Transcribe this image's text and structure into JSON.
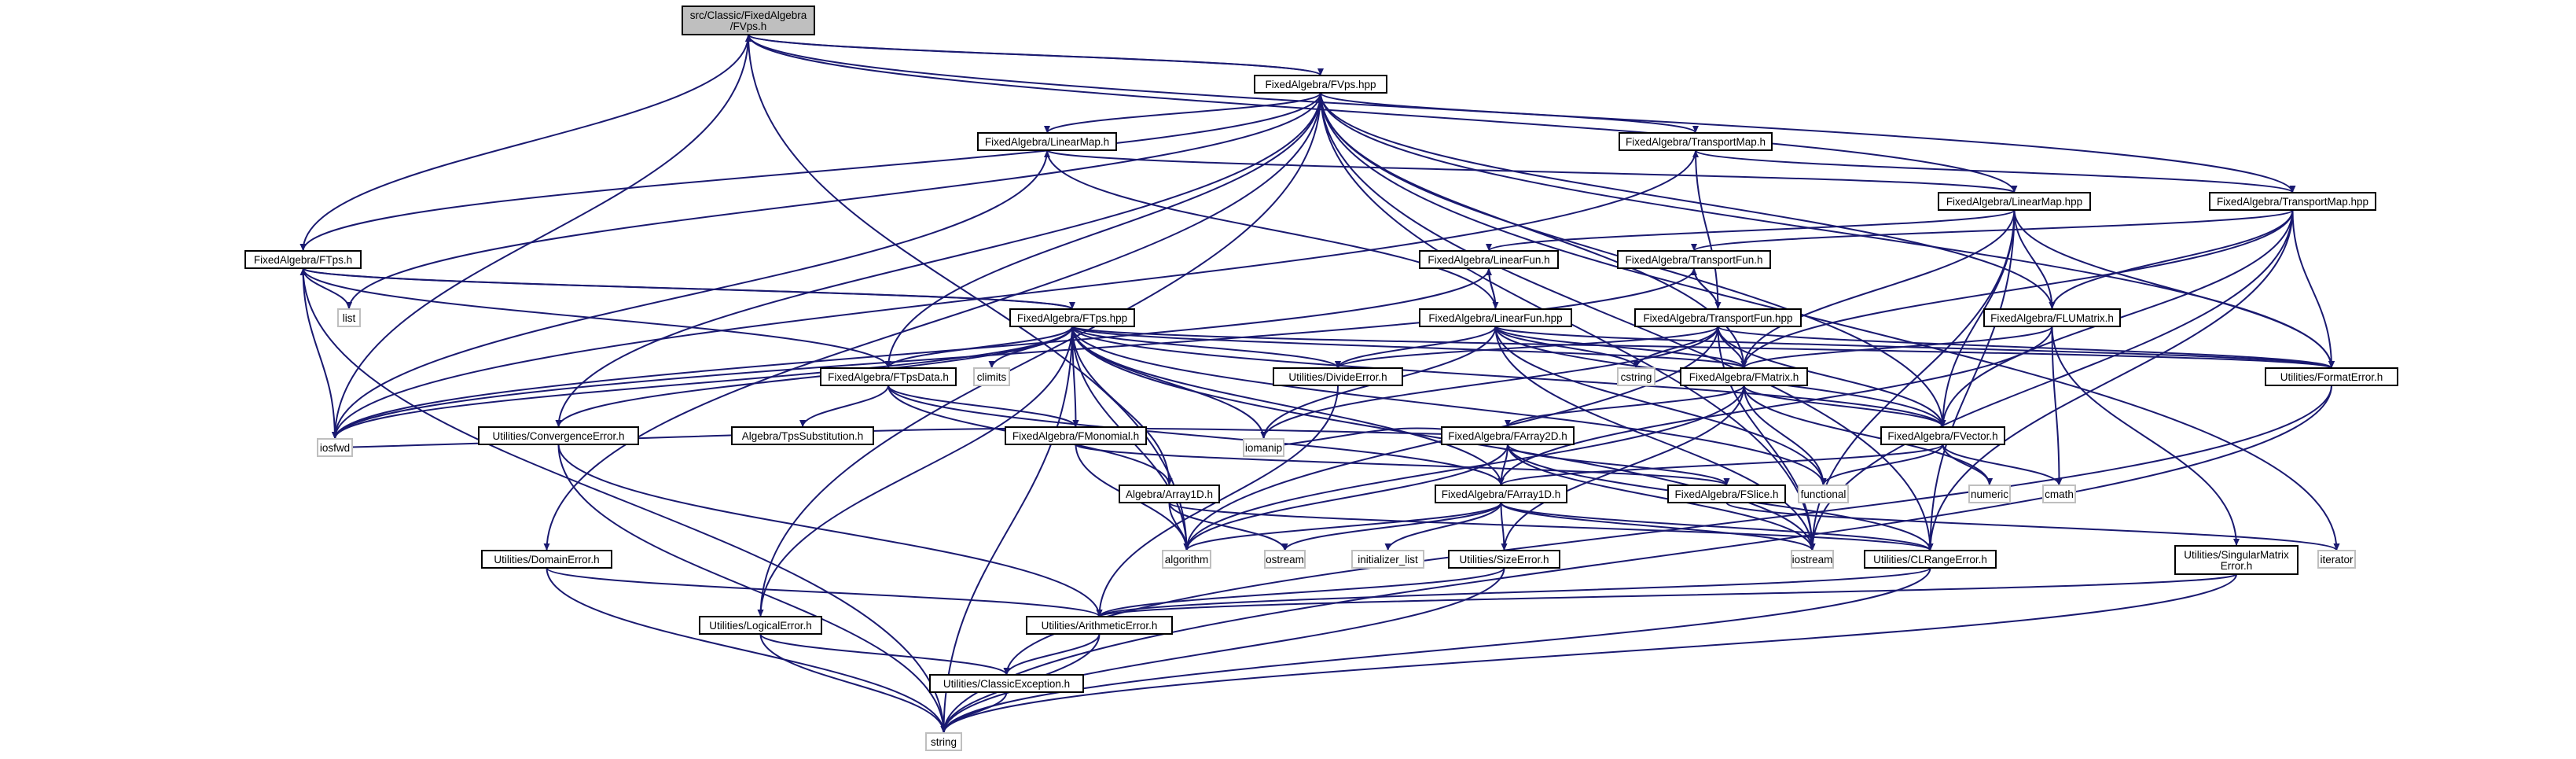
{
  "nodes": [
    {
      "id": "root",
      "lines": [
        "src/Classic/FixedAlgebra",
        "/FVps.h"
      ],
      "kind": "root",
      "interactable": true
    },
    {
      "id": "fvps_hpp",
      "lines": [
        "FixedAlgebra/FVps.hpp"
      ],
      "kind": "file",
      "interactable": true
    },
    {
      "id": "linearmap_h",
      "lines": [
        "FixedAlgebra/LinearMap.h"
      ],
      "kind": "file",
      "interactable": true
    },
    {
      "id": "transportmap_h",
      "lines": [
        "FixedAlgebra/TransportMap.h"
      ],
      "kind": "file",
      "interactable": true
    },
    {
      "id": "linearmap_hpp",
      "lines": [
        "FixedAlgebra/LinearMap.hpp"
      ],
      "kind": "file",
      "interactable": true
    },
    {
      "id": "transportmap_hpp",
      "lines": [
        "FixedAlgebra/TransportMap.hpp"
      ],
      "kind": "file",
      "interactable": true
    },
    {
      "id": "ftps_h",
      "lines": [
        "FixedAlgebra/FTps.h"
      ],
      "kind": "file",
      "interactable": true
    },
    {
      "id": "list",
      "lines": [
        "list"
      ],
      "kind": "ext",
      "interactable": false
    },
    {
      "id": "linearfun_h",
      "lines": [
        "FixedAlgebra/LinearFun.h"
      ],
      "kind": "file",
      "interactable": true
    },
    {
      "id": "transportfun_h",
      "lines": [
        "FixedAlgebra/TransportFun.h"
      ],
      "kind": "file",
      "interactable": true
    },
    {
      "id": "ftps_hpp",
      "lines": [
        "FixedAlgebra/FTps.hpp"
      ],
      "kind": "file",
      "interactable": true
    },
    {
      "id": "linearfun_hpp",
      "lines": [
        "FixedAlgebra/LinearFun.hpp"
      ],
      "kind": "file",
      "interactable": true
    },
    {
      "id": "transportfun_hpp",
      "lines": [
        "FixedAlgebra/TransportFun.hpp"
      ],
      "kind": "file",
      "interactable": true
    },
    {
      "id": "flumatrix_h",
      "lines": [
        "FixedAlgebra/FLUMatrix.h"
      ],
      "kind": "file",
      "interactable": true
    },
    {
      "id": "climits",
      "lines": [
        "climits"
      ],
      "kind": "ext",
      "interactable": false
    },
    {
      "id": "ftpsdata_h",
      "lines": [
        "FixedAlgebra/FTpsData.h"
      ],
      "kind": "file",
      "interactable": true
    },
    {
      "id": "divideerror_h",
      "lines": [
        "Utilities/DivideError.h"
      ],
      "kind": "file",
      "interactable": true
    },
    {
      "id": "cstring",
      "lines": [
        "cstring"
      ],
      "kind": "ext",
      "interactable": false
    },
    {
      "id": "fmatrix_h",
      "lines": [
        "FixedAlgebra/FMatrix.h"
      ],
      "kind": "file",
      "interactable": true
    },
    {
      "id": "formaterror_h",
      "lines": [
        "Utilities/FormatError.h"
      ],
      "kind": "file",
      "interactable": true
    },
    {
      "id": "convergenceerror_h",
      "lines": [
        "Utilities/ConvergenceError.h"
      ],
      "kind": "file",
      "interactable": true
    },
    {
      "id": "tpssubstitution_h",
      "lines": [
        "Algebra/TpsSubstitution.h"
      ],
      "kind": "file",
      "interactable": true
    },
    {
      "id": "fmonomial_h",
      "lines": [
        "FixedAlgebra/FMonomial.h"
      ],
      "kind": "file",
      "interactable": true
    },
    {
      "id": "farray2d_h",
      "lines": [
        "FixedAlgebra/FArray2D.h"
      ],
      "kind": "file",
      "interactable": true
    },
    {
      "id": "fvector_h",
      "lines": [
        "FixedAlgebra/FVector.h"
      ],
      "kind": "file",
      "interactable": true
    },
    {
      "id": "iosfwd",
      "lines": [
        "iosfwd"
      ],
      "kind": "ext",
      "interactable": false
    },
    {
      "id": "iomanip",
      "lines": [
        "iomanip"
      ],
      "kind": "ext",
      "interactable": false
    },
    {
      "id": "array1d_h",
      "lines": [
        "Algebra/Array1D.h"
      ],
      "kind": "file",
      "interactable": true
    },
    {
      "id": "farray1d_h",
      "lines": [
        "FixedAlgebra/FArray1D.h"
      ],
      "kind": "file",
      "interactable": true
    },
    {
      "id": "fslice_h",
      "lines": [
        "FixedAlgebra/FSlice.h"
      ],
      "kind": "file",
      "interactable": true
    },
    {
      "id": "functional",
      "lines": [
        "functional"
      ],
      "kind": "ext",
      "interactable": false
    },
    {
      "id": "numeric",
      "lines": [
        "numeric"
      ],
      "kind": "ext",
      "interactable": false
    },
    {
      "id": "cmath",
      "lines": [
        "cmath"
      ],
      "kind": "ext",
      "interactable": false
    },
    {
      "id": "domainerror_h",
      "lines": [
        "Utilities/DomainError.h"
      ],
      "kind": "file",
      "interactable": true
    },
    {
      "id": "algorithm",
      "lines": [
        "algorithm"
      ],
      "kind": "ext",
      "interactable": false
    },
    {
      "id": "ostream",
      "lines": [
        "ostream"
      ],
      "kind": "ext",
      "interactable": false
    },
    {
      "id": "initializer_list",
      "lines": [
        "initializer_list"
      ],
      "kind": "ext",
      "interactable": false
    },
    {
      "id": "sizeerror_h",
      "lines": [
        "Utilities/SizeError.h"
      ],
      "kind": "file",
      "interactable": true
    },
    {
      "id": "iostream",
      "lines": [
        "iostream"
      ],
      "kind": "ext",
      "interactable": false
    },
    {
      "id": "clrangeerror_h",
      "lines": [
        "Utilities/CLRangeError.h"
      ],
      "kind": "file",
      "interactable": true
    },
    {
      "id": "iterator",
      "lines": [
        "iterator"
      ],
      "kind": "ext",
      "interactable": false
    },
    {
      "id": "singularmatrixerror_h",
      "lines": [
        "Utilities/SingularMatrix",
        "Error.h"
      ],
      "kind": "file",
      "interactable": true
    },
    {
      "id": "arithmeticerror_h",
      "lines": [
        "Utilities/ArithmeticError.h"
      ],
      "kind": "file",
      "interactable": true
    },
    {
      "id": "logicalerror_h",
      "lines": [
        "Utilities/LogicalError.h"
      ],
      "kind": "file",
      "interactable": true
    },
    {
      "id": "classicexception_h",
      "lines": [
        "Utilities/ClassicException.h"
      ],
      "kind": "file",
      "interactable": true
    },
    {
      "id": "string",
      "lines": [
        "string"
      ],
      "kind": "ext",
      "interactable": false
    }
  ],
  "edges": [
    [
      "root",
      "fvps_hpp"
    ],
    [
      "root",
      "ftps_h"
    ],
    [
      "root",
      "iosfwd"
    ],
    [
      "root",
      "algorithm"
    ],
    [
      "fvps_hpp",
      "root"
    ],
    [
      "fvps_hpp",
      "linearmap_h"
    ],
    [
      "fvps_hpp",
      "transportmap_h"
    ],
    [
      "fvps_hpp",
      "ftps_h"
    ],
    [
      "fvps_hpp",
      "list"
    ],
    [
      "fvps_hpp",
      "ftpsdata_h"
    ],
    [
      "fvps_hpp",
      "fmatrix_h"
    ],
    [
      "fvps_hpp",
      "fvector_h"
    ],
    [
      "fvps_hpp",
      "flumatrix_h"
    ],
    [
      "fvps_hpp",
      "formaterror_h"
    ],
    [
      "fvps_hpp",
      "convergenceerror_h"
    ],
    [
      "fvps_hpp",
      "domainerror_h"
    ],
    [
      "fvps_hpp",
      "logicalerror_h"
    ],
    [
      "fvps_hpp",
      "iostream"
    ],
    [
      "fvps_hpp",
      "iterator"
    ],
    [
      "fvps_hpp",
      "clrangeerror_h"
    ],
    [
      "linearmap_h",
      "linearmap_hpp"
    ],
    [
      "linearmap_h",
      "iosfwd"
    ],
    [
      "transportmap_h",
      "transportmap_hpp"
    ],
    [
      "transportmap_h",
      "iosfwd"
    ],
    [
      "linearmap_hpp",
      "root"
    ],
    [
      "linearmap_hpp",
      "linearfun_h"
    ],
    [
      "linearmap_hpp",
      "fmatrix_h"
    ],
    [
      "linearmap_hpp",
      "fvector_h"
    ],
    [
      "linearmap_hpp",
      "flumatrix_h"
    ],
    [
      "linearmap_hpp",
      "formaterror_h"
    ],
    [
      "linearmap_hpp",
      "iostream"
    ],
    [
      "linearmap_hpp",
      "clrangeerror_h"
    ],
    [
      "transportmap_hpp",
      "root"
    ],
    [
      "transportmap_hpp",
      "transportfun_h"
    ],
    [
      "transportmap_hpp",
      "fmatrix_h"
    ],
    [
      "transportmap_hpp",
      "fvector_h"
    ],
    [
      "transportmap_hpp",
      "flumatrix_h"
    ],
    [
      "transportmap_hpp",
      "formaterror_h"
    ],
    [
      "transportmap_hpp",
      "iostream"
    ],
    [
      "transportmap_hpp",
      "clrangeerror_h"
    ],
    [
      "ftps_h",
      "ftps_hpp"
    ],
    [
      "ftps_h",
      "list"
    ],
    [
      "ftps_h",
      "iosfwd"
    ],
    [
      "ftps_h",
      "string"
    ],
    [
      "ftps_h",
      "ftpsdata_h"
    ],
    [
      "linearfun_h",
      "linearfun_hpp"
    ],
    [
      "linearfun_h",
      "iosfwd"
    ],
    [
      "transportfun_h",
      "transportfun_hpp"
    ],
    [
      "transportfun_h",
      "iosfwd"
    ],
    [
      "ftps_hpp",
      "ftps_h"
    ],
    [
      "ftps_hpp",
      "climits"
    ],
    [
      "ftps_hpp",
      "ftpsdata_h"
    ],
    [
      "ftps_hpp",
      "divideerror_h"
    ],
    [
      "ftps_hpp",
      "fmatrix_h"
    ],
    [
      "ftps_hpp",
      "formaterror_h"
    ],
    [
      "ftps_hpp",
      "convergenceerror_h"
    ],
    [
      "ftps_hpp",
      "fmonomial_h"
    ],
    [
      "ftps_hpp",
      "fvector_h"
    ],
    [
      "ftps_hpp",
      "iosfwd"
    ],
    [
      "ftps_hpp",
      "iomanip"
    ],
    [
      "ftps_hpp",
      "array1d_h"
    ],
    [
      "ftps_hpp",
      "farray1d_h"
    ],
    [
      "ftps_hpp",
      "functional"
    ],
    [
      "ftps_hpp",
      "algorithm"
    ],
    [
      "ftps_hpp",
      "iostream"
    ],
    [
      "ftps_hpp",
      "logicalerror_h"
    ],
    [
      "ftps_hpp",
      "string"
    ],
    [
      "linearfun_hpp",
      "linearmap_h"
    ],
    [
      "linearfun_hpp",
      "linearfun_h"
    ],
    [
      "linearfun_hpp",
      "divideerror_h"
    ],
    [
      "linearfun_hpp",
      "cstring"
    ],
    [
      "linearfun_hpp",
      "fmatrix_h"
    ],
    [
      "linearfun_hpp",
      "fvector_h"
    ],
    [
      "linearfun_hpp",
      "formaterror_h"
    ],
    [
      "linearfun_hpp",
      "iomanip"
    ],
    [
      "linearfun_hpp",
      "functional"
    ],
    [
      "linearfun_hpp",
      "iostream"
    ],
    [
      "transportfun_hpp",
      "transportmap_h"
    ],
    [
      "transportfun_hpp",
      "transportfun_h"
    ],
    [
      "transportfun_hpp",
      "divideerror_h"
    ],
    [
      "transportfun_hpp",
      "cstring"
    ],
    [
      "transportfun_hpp",
      "fmatrix_h"
    ],
    [
      "transportfun_hpp",
      "fvector_h"
    ],
    [
      "transportfun_hpp",
      "formaterror_h"
    ],
    [
      "transportfun_hpp",
      "iomanip"
    ],
    [
      "transportfun_hpp",
      "algorithm"
    ],
    [
      "transportfun_hpp",
      "iostream"
    ],
    [
      "flumatrix_h",
      "fmatrix_h"
    ],
    [
      "flumatrix_h",
      "farray1d_h"
    ],
    [
      "flumatrix_h",
      "cmath"
    ],
    [
      "flumatrix_h",
      "singularmatrixerror_h"
    ],
    [
      "ftpsdata_h",
      "tpssubstitution_h"
    ],
    [
      "ftpsdata_h",
      "fmonomial_h"
    ],
    [
      "ftpsdata_h",
      "array1d_h"
    ],
    [
      "ftpsdata_h",
      "farray1d_h"
    ],
    [
      "divideerror_h",
      "arithmeticerror_h"
    ],
    [
      "fmatrix_h",
      "farray2d_h"
    ],
    [
      "fmatrix_h",
      "fvector_h"
    ],
    [
      "fmatrix_h",
      "functional"
    ],
    [
      "fmatrix_h",
      "numeric"
    ],
    [
      "fmatrix_h",
      "sizeerror_h"
    ],
    [
      "fmatrix_h",
      "algorithm"
    ],
    [
      "formaterror_h",
      "classicexception_h"
    ],
    [
      "formaterror_h",
      "string"
    ],
    [
      "convergenceerror_h",
      "arithmeticerror_h"
    ],
    [
      "convergenceerror_h",
      "string"
    ],
    [
      "fmonomial_h",
      "algorithm"
    ],
    [
      "fmonomial_h",
      "fslice_h"
    ],
    [
      "farray2d_h",
      "farray1d_h"
    ],
    [
      "farray2d_h",
      "fslice_h"
    ],
    [
      "farray2d_h",
      "clrangeerror_h"
    ],
    [
      "farray2d_h",
      "iosfwd"
    ],
    [
      "farray2d_h",
      "iomanip"
    ],
    [
      "farray2d_h",
      "algorithm"
    ],
    [
      "farray2d_h",
      "iostream"
    ],
    [
      "fvector_h",
      "farray1d_h"
    ],
    [
      "fvector_h",
      "functional"
    ],
    [
      "fvector_h",
      "numeric"
    ],
    [
      "fvector_h",
      "cmath"
    ],
    [
      "array1d_h",
      "algorithm"
    ],
    [
      "array1d_h",
      "ostream"
    ],
    [
      "array1d_h",
      "clrangeerror_h"
    ],
    [
      "farray1d_h",
      "clrangeerror_h"
    ],
    [
      "farray1d_h",
      "sizeerror_h"
    ],
    [
      "farray1d_h",
      "algorithm"
    ],
    [
      "farray1d_h",
      "ostream"
    ],
    [
      "farray1d_h",
      "initializer_list"
    ],
    [
      "farray1d_h",
      "iostream"
    ],
    [
      "fslice_h",
      "iterator"
    ],
    [
      "domainerror_h",
      "arithmeticerror_h"
    ],
    [
      "domainerror_h",
      "string"
    ],
    [
      "sizeerror_h",
      "arithmeticerror_h"
    ],
    [
      "sizeerror_h",
      "string"
    ],
    [
      "clrangeerror_h",
      "arithmeticerror_h"
    ],
    [
      "clrangeerror_h",
      "string"
    ],
    [
      "singularmatrixerror_h",
      "arithmeticerror_h"
    ],
    [
      "singularmatrixerror_h",
      "string"
    ],
    [
      "arithmeticerror_h",
      "classicexception_h"
    ],
    [
      "arithmeticerror_h",
      "string"
    ],
    [
      "logicalerror_h",
      "classicexception_h"
    ],
    [
      "logicalerror_h",
      "string"
    ],
    [
      "classicexception_h",
      "string"
    ]
  ],
  "colors": {
    "edge": "#191970",
    "root_fill": "#bfbfbf",
    "box_stroke": "#000000",
    "ext_stroke": "#bfbfbf"
  }
}
